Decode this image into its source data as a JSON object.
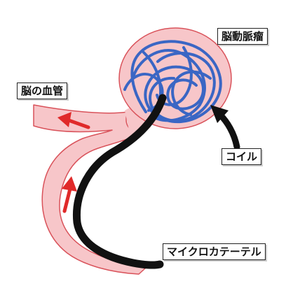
{
  "labels": {
    "aneurysm": "脳動脈瘤",
    "vessel": "脳の血管",
    "coil": "コイル",
    "catheter": "マイクロカテーテル"
  },
  "colors": {
    "vessel_fill": "#f7c6c9",
    "vessel_stroke": "#d9525a",
    "coil": "#3a66c4",
    "catheter": "#111111",
    "flow_arrow": "#e02a2a"
  }
}
